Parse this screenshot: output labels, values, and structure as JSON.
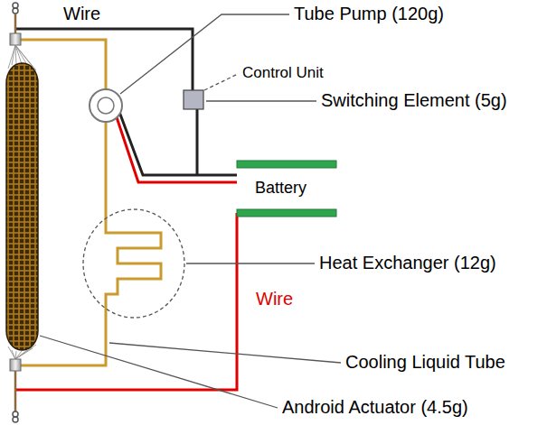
{
  "diagram": {
    "labels": [
      "Wire",
      "Tube Pump (120g)",
      "Control Unit",
      "Switching Element (5g)",
      "Battery",
      "Heat Exchanger (12g)",
      "Wire",
      "Cooling Liquid Tube",
      "Android Actuator (4.5g)"
    ]
  }
}
